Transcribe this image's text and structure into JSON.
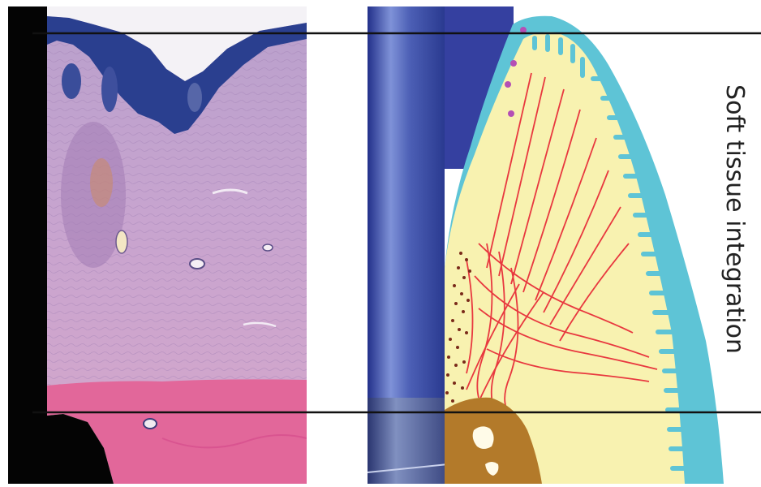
{
  "figure": {
    "label": "Soft tissue integration",
    "panels": [
      "histology-section",
      "schematic-illustration"
    ],
    "colors": {
      "epithelium": "#2a3f8f",
      "connective_tissue_histology": "#c9a6cf",
      "bone_histology": "#e2679a",
      "implant": "#5566b8",
      "epithelium_schematic": "#5ec4d6",
      "connective_tissue_schematic": "#f8f2b0",
      "collagen_fibers": "#e8383f",
      "bone_schematic": "#b37a2a",
      "reference_lines": "#111111"
    }
  }
}
